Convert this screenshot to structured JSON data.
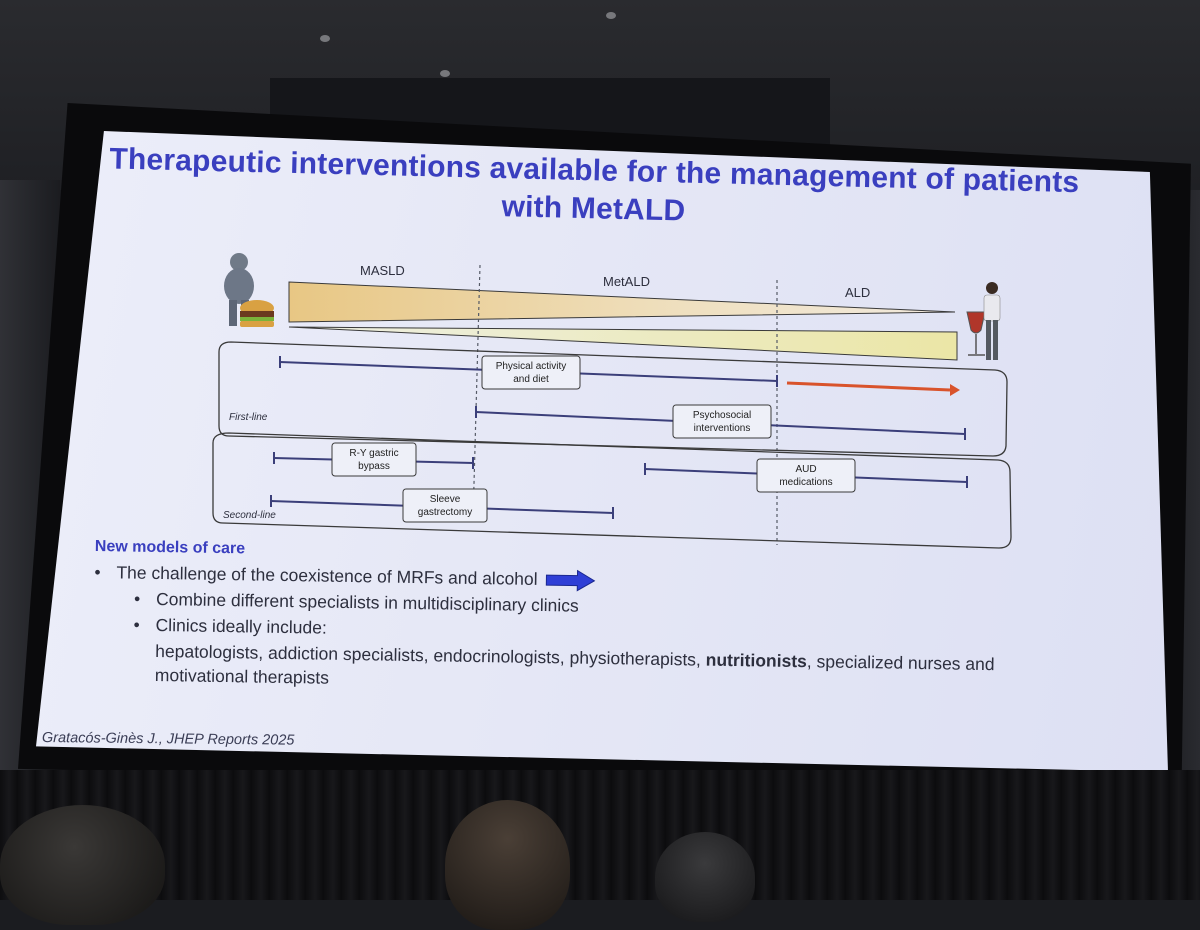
{
  "slide": {
    "title_line1": "Therapeutic interventions available for the management of patients",
    "title_line2": "with MetALD",
    "stages": [
      "MASLD",
      "MetALD",
      "ALD"
    ],
    "first_line_label": "First-line",
    "second_line_label": "Second-line",
    "interventions": {
      "physical_activity": [
        "Physical activity",
        "and diet"
      ],
      "psychosocial": [
        "Psychosocial",
        "interventions"
      ],
      "gastric_bypass": [
        "R-Y gastric",
        "bypass"
      ],
      "aud_medications": [
        "AUD",
        "medications"
      ],
      "sleeve": [
        "Sleeve",
        "gastrectomy"
      ]
    },
    "section_heading": "New models of care",
    "bullet1": "The challenge of the coexistence of MRFs and alcohol",
    "sub_bullet1": "Combine different specialists in multidisciplinary clinics",
    "sub_bullet2": "Clinics ideally include:",
    "include_line1_pre": "hepatologists, addiction specialists, endocrinologists, physiotherapists, ",
    "include_line1_bold": "nutritionists",
    "include_line1_post": ", specialized nurses and",
    "include_line2": "motivational therapists",
    "citation": "Gratacós-Ginès J., JHEP Reports 2025",
    "colors": {
      "title": "#3a3fbf",
      "bar_line": "#3b3f7a",
      "red_arrow": "#d9532b",
      "blue_arrow": "#2f3fd6"
    }
  }
}
